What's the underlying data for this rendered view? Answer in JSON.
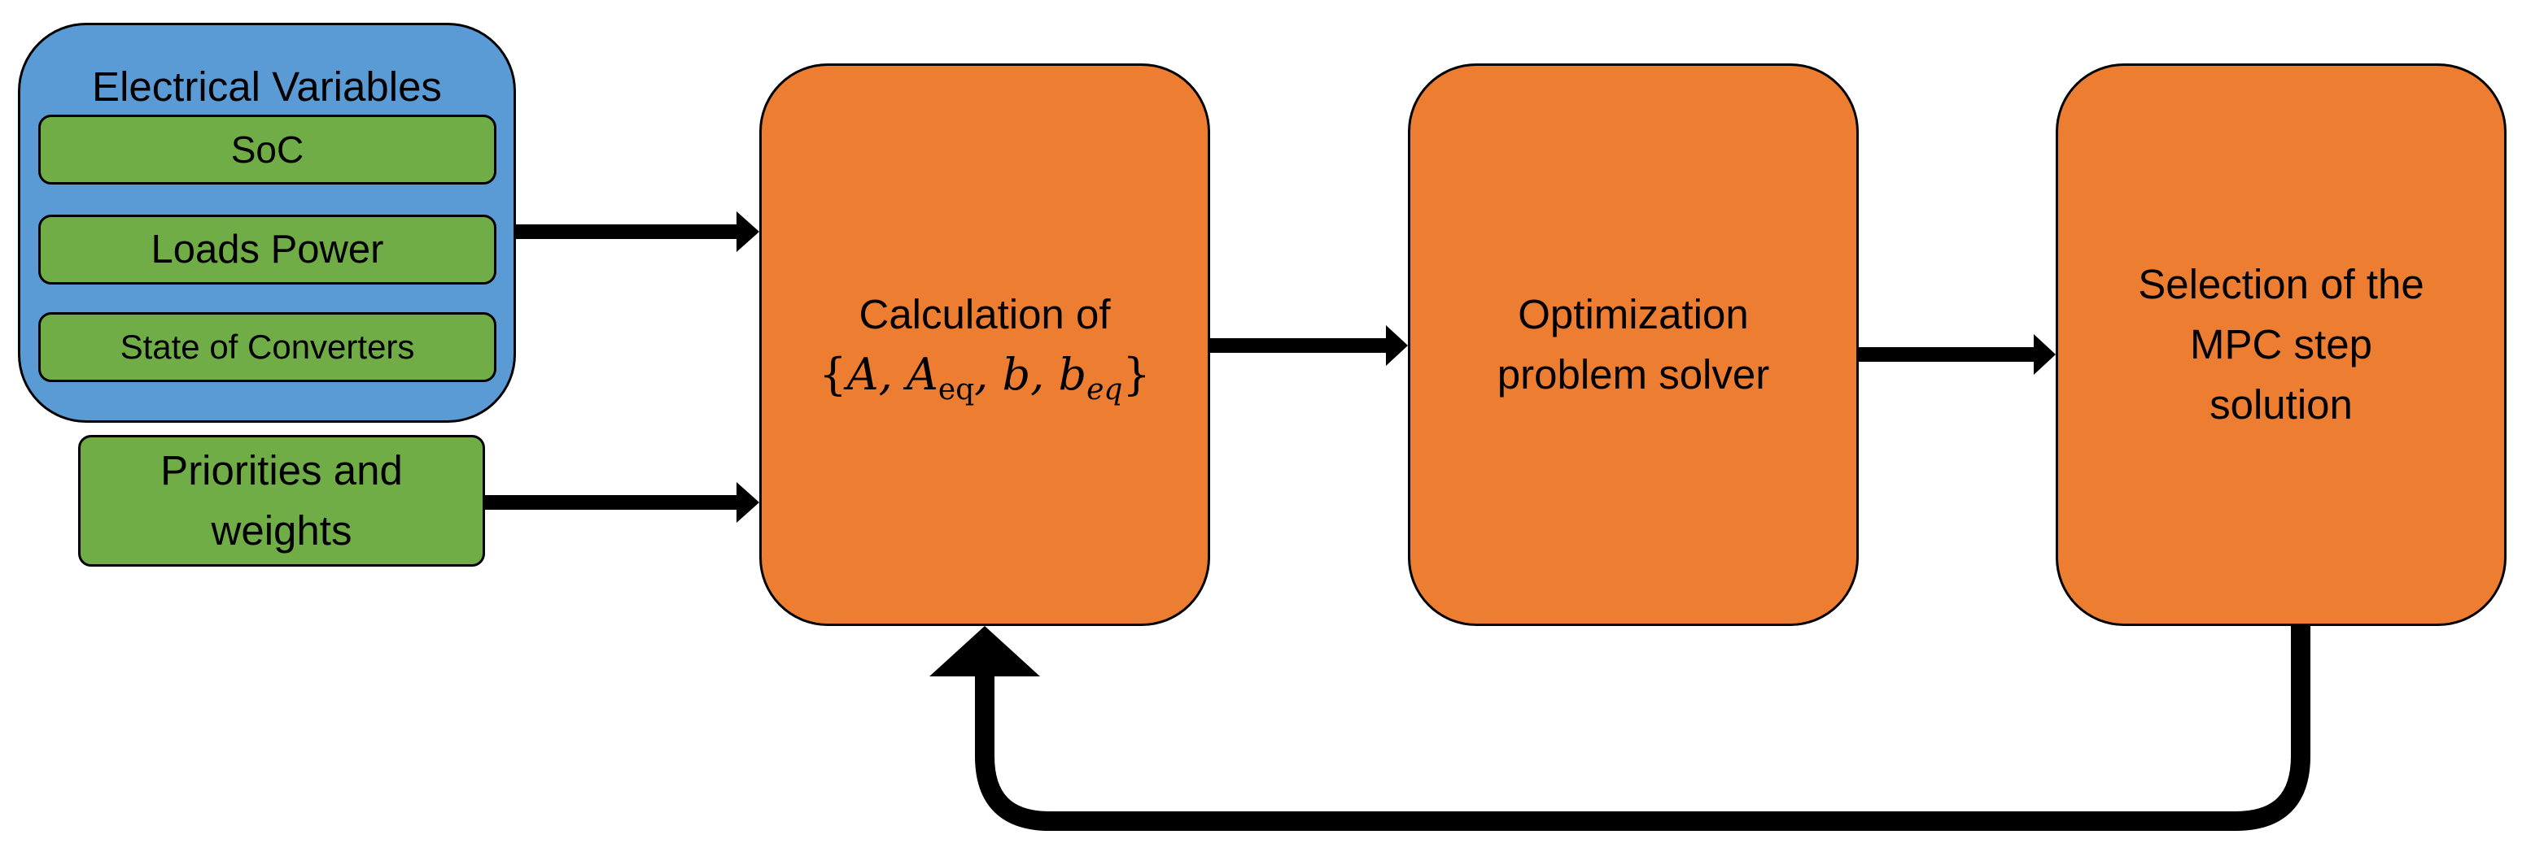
{
  "electrical_group": {
    "title": "Electrical Variables",
    "items": [
      "SoC",
      "Loads Power",
      "State of Converters"
    ],
    "color": "#5b9bd5"
  },
  "priorities": {
    "line1": "Priorities and",
    "line2": "weights",
    "color": "#70ad47"
  },
  "calculation": {
    "line1": "Calculation of",
    "formula": "{A, A_eq, b, b_eq}",
    "color": "#ed7d31"
  },
  "optimization": {
    "line1": "Optimization",
    "line2": "problem solver"
  },
  "selection": {
    "line1": "Selection of the",
    "line2": "MPC step",
    "line3": "solution"
  }
}
